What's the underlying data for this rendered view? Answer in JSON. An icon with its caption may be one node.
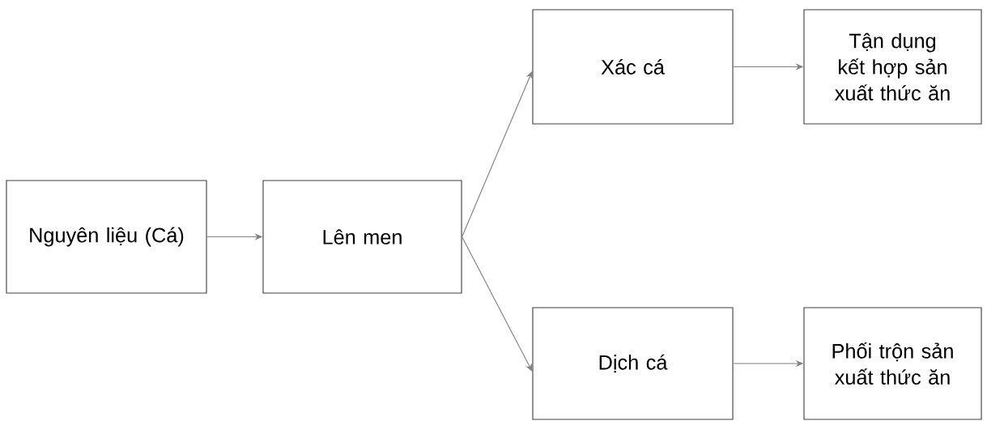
{
  "diagram": {
    "nodes": [
      {
        "text": [
          "Nguyên liệu (Cá)"
        ]
      },
      {
        "text": [
          "Lên men"
        ]
      },
      {
        "text": [
          "Xác cá"
        ]
      },
      {
        "text": [
          "Tận dụng kết hợp sản xuất thức ăn"
        ]
      },
      {
        "text": [
          "Dịch cá"
        ]
      },
      {
        "text": [
          "Phối trộn sản xuất thức ăn"
        ]
      }
    ],
    "edges": [
      {
        "from": 0,
        "to": 1,
        "arrow": "to"
      },
      {
        "from": 1,
        "to": 2,
        "arrow": "to"
      },
      {
        "from": 1,
        "to": 4,
        "arrow": "to"
      },
      {
        "from": 2,
        "to": 3,
        "arrow": "to"
      },
      {
        "from": 4,
        "to": 5,
        "arrow": "to"
      }
    ]
  }
}
